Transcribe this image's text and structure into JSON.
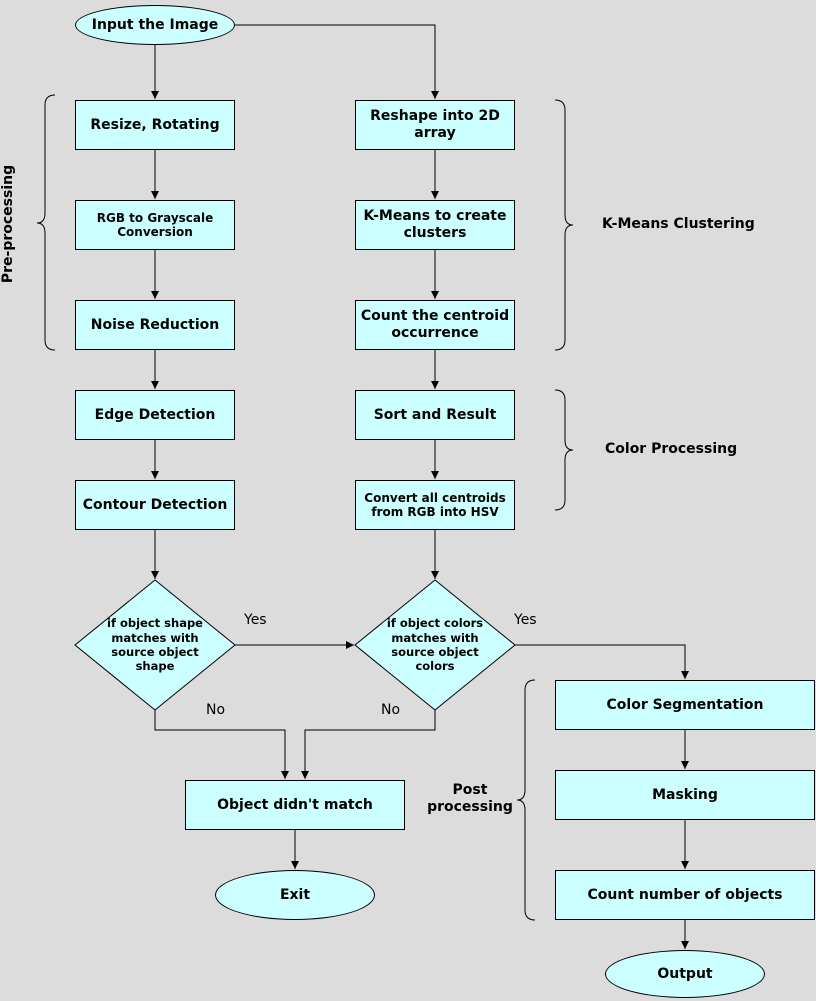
{
  "nodes": {
    "input": "Input the Image",
    "resize": "Resize, Rotating",
    "grayscale": "RGB to Grayscale Conversion",
    "noise": "Noise Reduction",
    "edge": "Edge Detection",
    "contour": "Contour Detection",
    "reshape": "Reshape into 2D array",
    "kmeans": "K-Means to create clusters",
    "count_centroid": "Count the centroid occurrence",
    "sort": "Sort and Result",
    "convert": "Convert all centroids from RGB into HSV",
    "shape_decision": "if object shape matches with source object shape",
    "color_decision": "if object colors matches with source object colors",
    "no_match": "Object didn't match",
    "exit": "Exit",
    "segmentation": "Color Segmentation",
    "masking": "Masking",
    "count_objects": "Count number of objects",
    "output": "Output"
  },
  "edge_labels": {
    "shape_yes": "Yes",
    "shape_no": "No",
    "color_yes": "Yes",
    "color_no": "No"
  },
  "groups": {
    "preprocessing": "Pre-processing",
    "kmeans_clustering": "K-Means Clustering",
    "color_processing": "Color Processing",
    "post_processing": "Post processing"
  },
  "colors": {
    "node_fill": "#ccffff",
    "stroke": "#000000",
    "background": "#dcdcdc"
  }
}
